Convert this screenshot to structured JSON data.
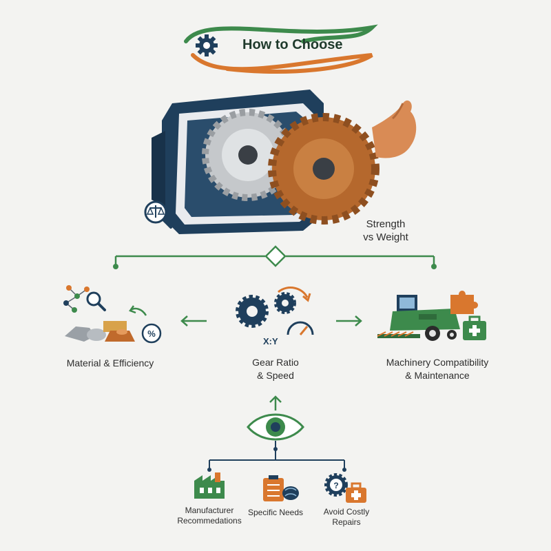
{
  "title": "How to Choose",
  "main": {
    "label_line1": "Strength",
    "label_line2": "vs Weight"
  },
  "nodes": {
    "material": "Material & Efficiency",
    "gear_line1": "Gear Ratio",
    "gear_line2": "& Speed",
    "ratio_text": "X:Y",
    "machinery_line1": "Machinery Compatibility",
    "machinery_line2": "& Maintenance"
  },
  "bottom": {
    "manufacturer_line1": "Manufacturer",
    "manufacturer_line2": "Recommedations",
    "specific": "Specific Needs",
    "avoid_line1": "Avoid Costly",
    "avoid_line2": "Repairs"
  },
  "colors": {
    "green": "#3d8a4c",
    "orange": "#d9772e",
    "navy": "#1f3f5c",
    "copper": "#b5682d"
  }
}
